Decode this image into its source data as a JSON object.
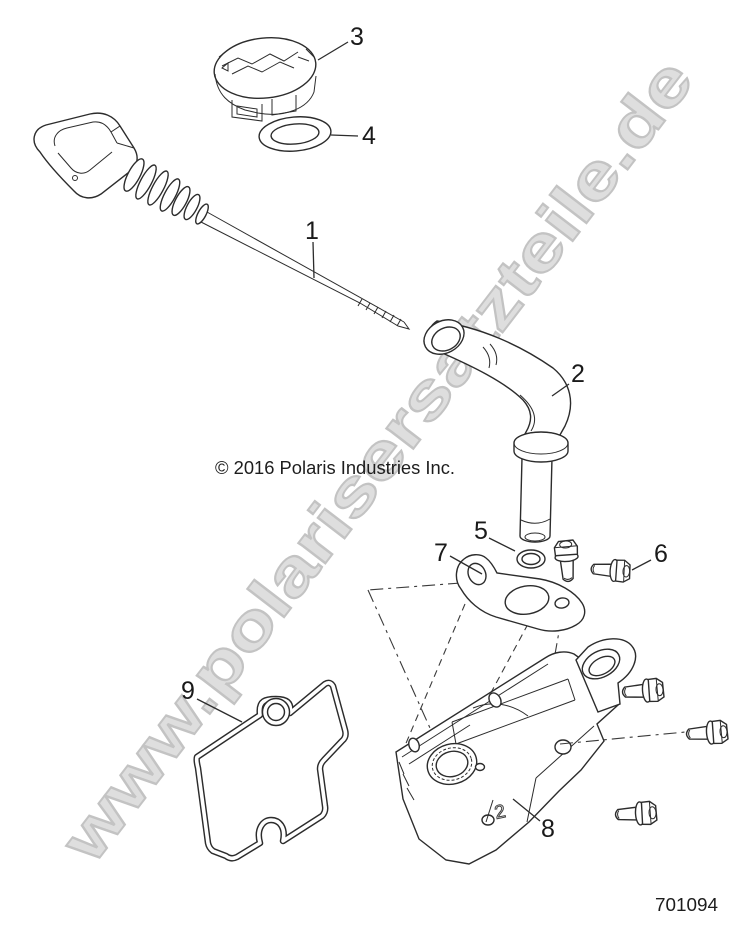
{
  "page": {
    "background": "#ffffff",
    "line_color": "#2c2c2c"
  },
  "watermark": {
    "text": "www.polarisersatzteile.de",
    "fill": "#dedede",
    "outline": "#c3c3c3"
  },
  "footer": {
    "copyright": "© 2016 Polaris Industries Inc.",
    "part_number": "701094"
  },
  "cover": {
    "cast_mark": "2"
  },
  "callouts": [
    {
      "label": "1"
    },
    {
      "label": "2"
    },
    {
      "label": "3"
    },
    {
      "label": "4"
    },
    {
      "label": "5"
    },
    {
      "label": "6"
    },
    {
      "label": "7"
    },
    {
      "label": "8"
    },
    {
      "label": "9"
    }
  ]
}
